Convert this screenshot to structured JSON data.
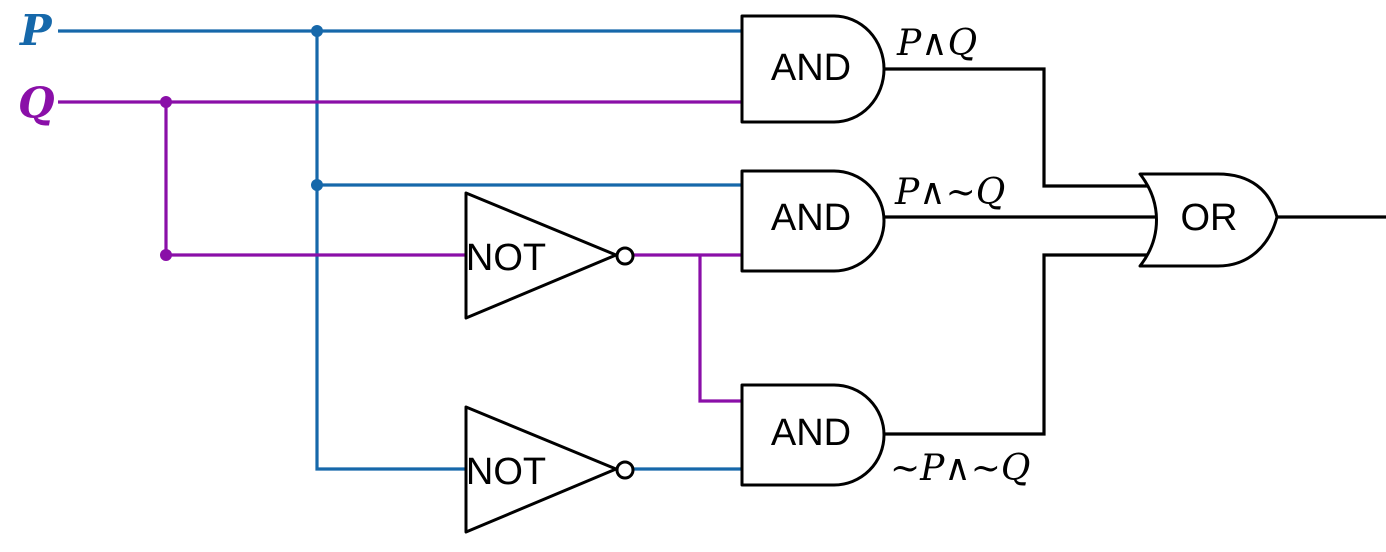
{
  "inputs": {
    "p_label": "P",
    "q_label": "Q"
  },
  "gates": {
    "and_top": "AND",
    "and_middle": "AND",
    "and_bottom": "AND",
    "not_upper": "NOT",
    "not_lower": "NOT",
    "or_output": "OR"
  },
  "expressions": {
    "p_and_q": "P∧Q",
    "p_and_not_q": "P∧~Q",
    "not_p_and_not_q": "~P∧~Q"
  },
  "colors": {
    "p_wire": "#1668AA",
    "q_wire": "#8A0FA8",
    "output_wire": "#000000",
    "gate_outline": "#000000"
  }
}
